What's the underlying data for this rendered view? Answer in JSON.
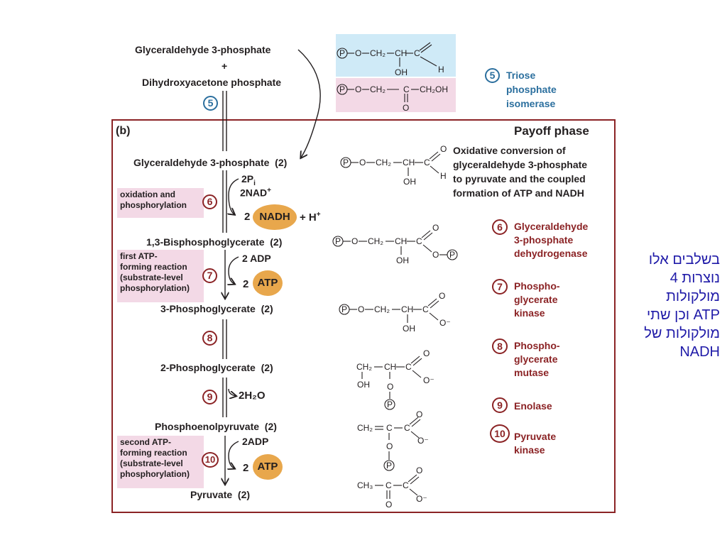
{
  "top": {
    "gap": "Glyceraldehyde 3-phosphate",
    "plus": "+",
    "dhap": "Dihydroxyacetone phosphate",
    "step5": "5",
    "isomerase_num": "5",
    "isomerase_name": [
      "Triose",
      "phosphate",
      "isomerase"
    ]
  },
  "panel": {
    "label": "(b)",
    "title": "Payoff phase",
    "description": [
      "Oxidative conversion of",
      "glyceraldehyde 3-phosphate",
      "to pyruvate and the coupled",
      "formation of ATP and NADH"
    ]
  },
  "metabolites": [
    "Glyceraldehyde 3-phosphate  (2)",
    "1,3-Bisphosphoglycerate  (2)",
    "3-Phosphoglycerate  (2)",
    "2-Phosphoglycerate  (2)",
    "Phosphoenolpyruvate  (2)",
    "Pyruvate  (2)"
  ],
  "side_inputs": {
    "s6_pi": "2P",
    "s6_pi_sub": "i",
    "s6_nad": "2NAD",
    "s6_nad_sup": "+",
    "s6_out_num": "2",
    "s6_nadh": "NADH",
    "s6_h": "+ H",
    "s6_h_sup": "+",
    "s7_adp": "2 ADP",
    "s7_out_num": "2",
    "s7_atp": "ATP",
    "s9_h2o": "2H₂O",
    "s10_adp": "2ADP",
    "s10_out_num": "2",
    "s10_atp": "ATP"
  },
  "step_numbers": [
    "6",
    "7",
    "8",
    "9",
    "10"
  ],
  "pink_notes": {
    "s6": [
      "oxidation and",
      "phosphorylation"
    ],
    "s7": [
      "first ATP-",
      "forming reaction",
      "(substrate-level",
      "phosphorylation)"
    ],
    "s10": [
      "second ATP-",
      "forming reaction",
      "(substrate-level",
      "phosphorylation)"
    ]
  },
  "enzymes": [
    {
      "num": "6",
      "lines": [
        "Glyceraldehyde",
        "3-phosphate",
        "dehydrogenase"
      ]
    },
    {
      "num": "7",
      "lines": [
        "Phospho-",
        "glycerate",
        "kinase"
      ]
    },
    {
      "num": "8",
      "lines": [
        "Phospho-",
        "glycerate",
        "mutase"
      ]
    },
    {
      "num": "9",
      "lines": [
        "Enolase"
      ]
    },
    {
      "num": "10",
      "lines": [
        "Pyruvate",
        "kinase"
      ]
    }
  ],
  "structures": {
    "P": "P",
    "O": "O",
    "CH2": "CH₂",
    "CH": "CH",
    "C": "C",
    "OH": "OH",
    "H": "H",
    "CH2OH": "CH₂OH",
    "Ominus": "O⁻",
    "CH3": "CH₃"
  },
  "hebrew_note": [
    "בשלבים אלו",
    "נוצרות 4",
    "מולקולות",
    "ATP וכן שתי",
    "מולקולות של",
    "NADH"
  ],
  "colors": {
    "frame": "#8b2325",
    "enzyme_text": "#8b2325",
    "blue": "#2b6f9e",
    "pink": "#f3d9e6",
    "light_blue": "#cfeaf7",
    "oval": "#e8a74c",
    "hebrew": "#1f1aa8"
  }
}
